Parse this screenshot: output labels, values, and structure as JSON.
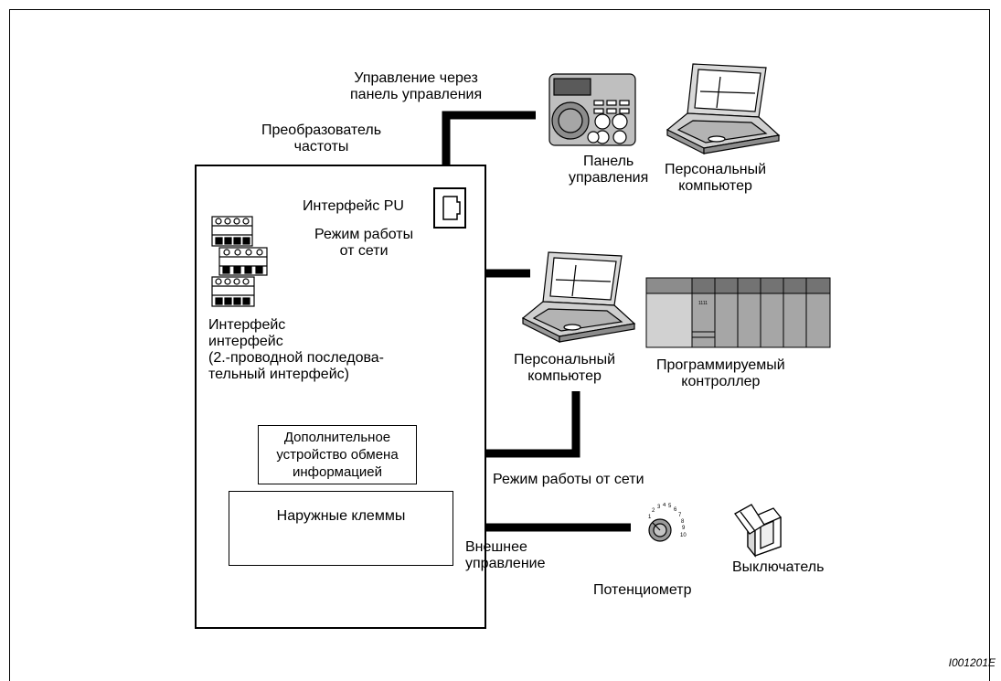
{
  "labels": {
    "pu_control": [
      "Управление через",
      "панель управления"
    ],
    "inverter": [
      "Преобразователь",
      "частоты"
    ],
    "panel": [
      "Панель",
      "управления"
    ],
    "pc_top": [
      "Персональный",
      "компьютер"
    ],
    "pu_interface": "Интерфейс PU",
    "network_mode_top": [
      "Режим работы",
      "от сети"
    ],
    "rs485_interface": [
      "Интерфейс",
      "интерфейс",
      "(2.-проводной последова-",
      "тельный интерфейс)"
    ],
    "pc_mid": [
      "Персональный",
      "компьютер"
    ],
    "plc": [
      "Программируемый",
      "контроллер"
    ],
    "option_device": [
      "Дополнительное",
      "устройство обмена",
      "информацией"
    ],
    "network_mode_bottom": "Режим работы от сети",
    "external_terminals": "Наружные клеммы",
    "external_control": [
      "Внешнее",
      "управление"
    ],
    "potentiometer": "Потенциометр",
    "switch": "Выключатель",
    "dial_scale": [
      "1",
      "2",
      "3",
      "4",
      "5",
      "6",
      "7",
      "8",
      "9",
      "10"
    ],
    "plc_module_text": "1111"
  },
  "figure_id": "I001201E"
}
